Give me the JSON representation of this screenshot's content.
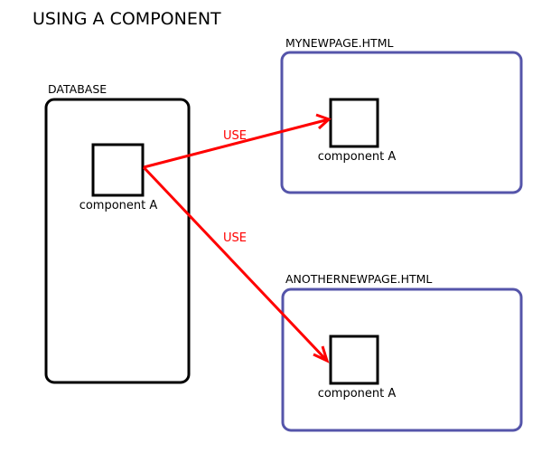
{
  "title": "USING A COMPONENT",
  "colors": {
    "database_border": "#000000",
    "page_border": "#5555aa",
    "arrow": "#ff0000",
    "component_border": "#000000"
  },
  "database": {
    "label": "DATABASE",
    "component_label": "component A"
  },
  "page1": {
    "label": "MYNEWPAGE.HTML",
    "component_label": "component A"
  },
  "page2": {
    "label": "ANOTHERNEWPAGE.HTML",
    "component_label": "component A"
  },
  "arrows": [
    {
      "label": "USE",
      "from": "database-component",
      "to": "page1-component"
    },
    {
      "label": "USE",
      "from": "database-component",
      "to": "page2-component"
    }
  ]
}
